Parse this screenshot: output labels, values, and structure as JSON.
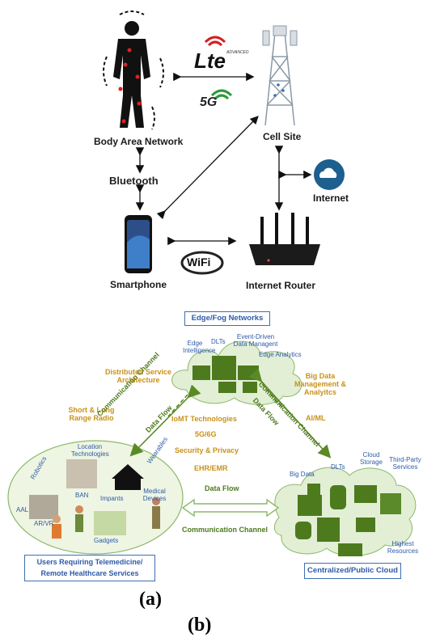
{
  "top": {
    "body_area_network": "Body Area Network",
    "cell_site": "Cell Site",
    "internet": "Internet",
    "smartphone": "Smartphone",
    "internet_router": "Internet Router",
    "bluetooth": "Bluetooth",
    "lte": "Lte",
    "lte_advanced": "ADVANCED",
    "fiveg": "5G",
    "wifi": "WiFi"
  },
  "bottom": {
    "edge_box": "Edge/Fog Networks",
    "edge_intelligence": "Edge Intelligence",
    "dlts_edge": "DLTs",
    "event_driven": "Event-Driven Data Managent",
    "edge_analytics": "Edge Analytics",
    "distributed": "Distributed Service Architecture",
    "big_data_mgmt": "Big Data Management & Analyitcs",
    "short_long": "Short & Long Range Radio",
    "comm_left": "Communication Channel",
    "flow_left": "Data Flow",
    "comm_right": "Communication Channel",
    "flow_right": "Data Flow",
    "iomt": "IoMT Technologies",
    "fiveg6g": "5G/6G",
    "security": "Security & Privacy",
    "ehr": "EHR/EMR",
    "aiml": "AI/ML",
    "data_flow_mid": "Data Flow",
    "comm_mid": "Communication Channel",
    "robotics": "Robotics",
    "location": "Location Technologies",
    "wearables": "Wearables",
    "aal": "AAL",
    "arvr": "AR/VR",
    "ban": "BAN",
    "impants": "Impants",
    "medical": "Medical Devices",
    "gadgets": "Gadgets",
    "big_data": "Big Data",
    "dlts_cloud": "DLTs",
    "cloud_storage": "Cloud Storage",
    "third_party": "Third-Party Services",
    "highest": "Highest Resources",
    "users_box": "Users Requiring Telemedicine/ Remote Healthcare Services",
    "cloud_box": "Centralized/Public Cloud"
  },
  "captions": {
    "a": "(a)",
    "b": "(b)"
  },
  "colors": {
    "blue": "#2e5aa8",
    "gold": "#c8921a",
    "green": "#4e7a1e",
    "cloud_fill": "#e2efd4"
  }
}
